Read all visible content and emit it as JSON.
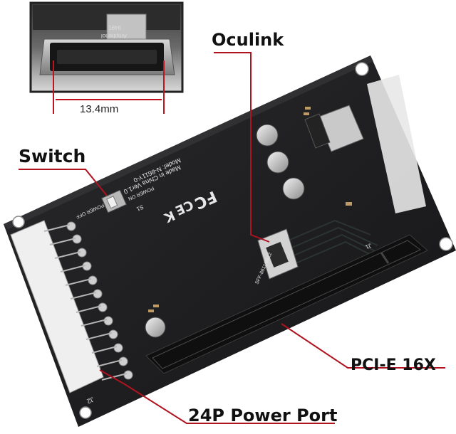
{
  "callouts": {
    "oculink": "Oculink",
    "switch": "Switch",
    "pcie": "PCI-E 16X",
    "power_port": "24P Power Port"
  },
  "inset": {
    "dimension_label": "13.4mm",
    "connector_marking_1": "9491",
    "connector_marking_2": "Amphenol"
  },
  "board": {
    "model_text_1": "Made in China Ver1.0",
    "model_text_2": "Model: N-8611Y-0",
    "switch_power_on": "POWER ON",
    "switch_power_off": "POWER OFF",
    "switch_ref": "S1",
    "oculink_ref": "SFF-8611/8612",
    "pcie_ref": "J1",
    "power_ref": "J2",
    "cert_marks": [
      "FC",
      "CE",
      "K"
    ]
  },
  "colors": {
    "callout_line": "#b0121f",
    "board": "#1c1c1e",
    "inset_border": "#222222"
  }
}
